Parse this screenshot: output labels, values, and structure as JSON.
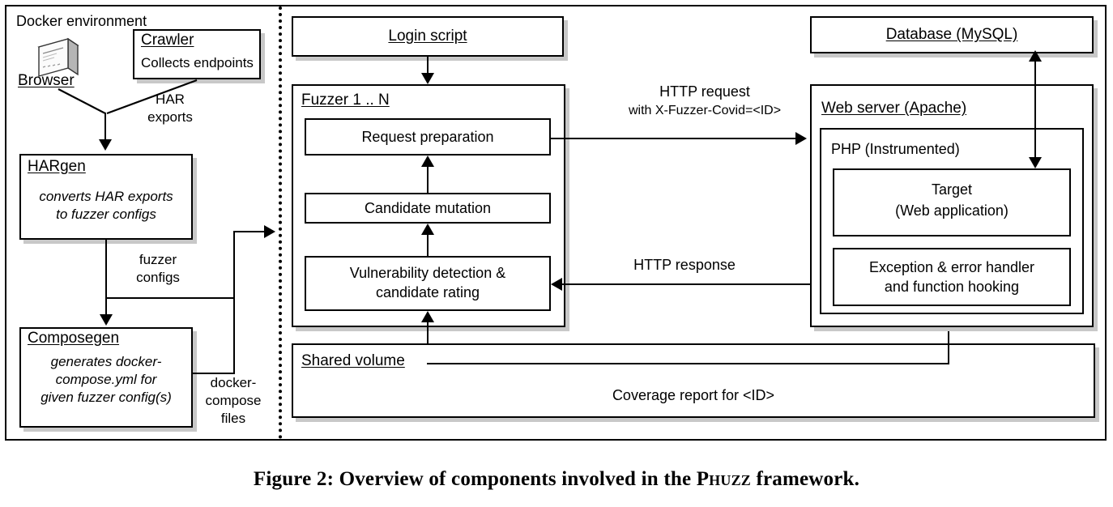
{
  "figure": {
    "caption_prefix": "Figure 2: Overview of components involved in the ",
    "caption_name": "Phuzz",
    "caption_suffix": " framework."
  },
  "docker": {
    "section_label": "Docker environment",
    "browser": {
      "label": "Browser",
      "icon": "browser-window-icon"
    },
    "crawler": {
      "title": "Crawler",
      "subtitle": "Collects endpoints"
    },
    "hargen": {
      "title": "HARgen",
      "desc_line1": "converts HAR exports",
      "desc_line2": "to fuzzer configs"
    },
    "composegen": {
      "title": "Composegen",
      "desc_line1": "generates docker-",
      "desc_line2": "compose.yml for",
      "desc_line3": "given fuzzer config(s)"
    },
    "edges": {
      "har_exports": "HAR\nexports",
      "fuzzer_configs": "fuzzer\nconfigs",
      "docker_compose_files": "docker-\ncompose\nfiles"
    }
  },
  "fuzzer": {
    "login_script": "Login script",
    "title": "Fuzzer 1 .. N",
    "stages": [
      "Request preparation",
      "Candidate mutation",
      "Vulnerability detection &\ncandidate rating"
    ],
    "stage_1": "Request preparation",
    "stage_2": "Candidate mutation",
    "stage_3_line1": "Vulnerability detection &",
    "stage_3_line2": "candidate rating"
  },
  "shared_volume": {
    "title": "Shared volume",
    "coverage_report": "Coverage report for <ID>"
  },
  "server": {
    "database": "Database (MySQL)",
    "web_server": "Web server (Apache)",
    "php": "PHP (Instrumented)",
    "target_line1": "Target",
    "target_line2": "(Web application)",
    "handler_line1": "Exception & error handler",
    "handler_line2": "and function hooking"
  },
  "edges": {
    "http_request_line1": "HTTP request",
    "http_request_line2": "with X-Fuzzer-Covid=<ID>",
    "http_response": "HTTP response"
  },
  "colors": {
    "stroke": "#000000",
    "shadow": "#c8c8c8",
    "background": "#ffffff"
  }
}
